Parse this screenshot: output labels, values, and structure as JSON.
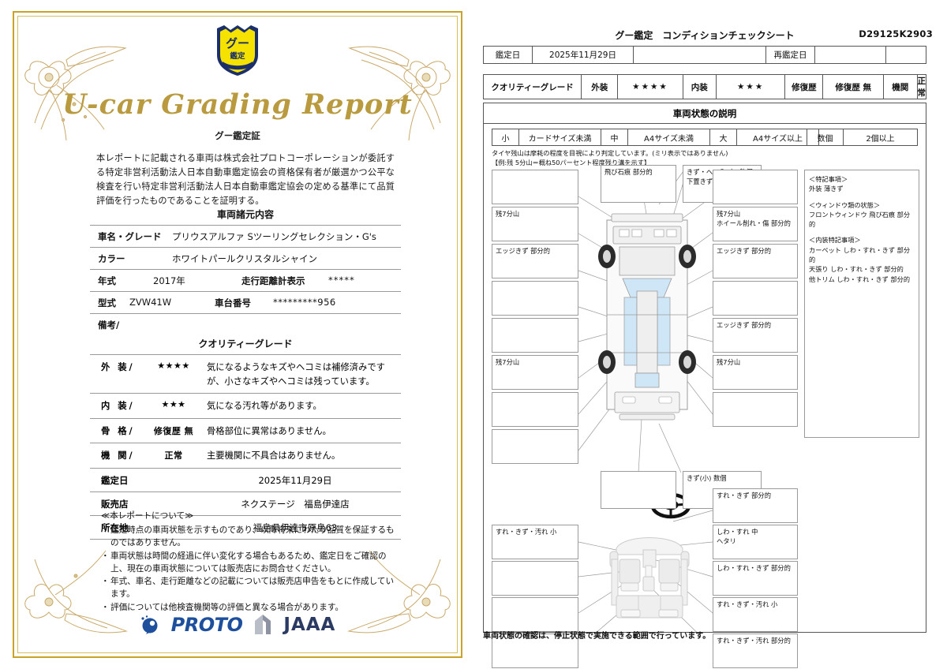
{
  "left": {
    "badge": {
      "line1": "グー",
      "line2": "鑑定"
    },
    "title_script": "U-car Grading Report",
    "title_jp": "グー鑑定証",
    "intro": "本レポートに記載される車両は株式会社プロトコーポレーションが委託する特定非営利活動法人日本自動車鑑定協会の資格保有者が厳選かつ公平な検査を行い特定非営利活動法人日本自動車鑑定協会の定める基準にて品質評価を行ったものであることを証明する。",
    "spec_title": "車両諸元内容",
    "spec": {
      "name_label": "車名・グレード",
      "name_value": "プリウスアルファ Sツーリングセレクション・G's",
      "color_label": "カラー",
      "color_value": "ホワイトパールクリスタルシャイン",
      "year_label": "年式",
      "year_value": "2017年",
      "mileage_label": "走行距離計表示",
      "mileage_value": "*****",
      "model_label": "型式",
      "model_value": "ZVW41W",
      "chassis_label": "車台番号",
      "chassis_value": "*********956",
      "remarks_label": "備考/"
    },
    "grade_title": "クオリティーグレード",
    "grades": [
      {
        "label": "外 装/",
        "mark": "★★★★",
        "desc": "気になるようなキズやヘコミは補修済みですが、小さなキズやヘコミは残っています。"
      },
      {
        "label": "内 装/",
        "mark": "★★★",
        "desc": "気になる汚れ等があります。"
      },
      {
        "label": "骨 格/",
        "mark": "修復歴 無",
        "desc": "骨格部位に異常はありません。"
      },
      {
        "label": "機 関/",
        "mark": "正常",
        "desc": "主要機関に不具合はありません。"
      }
    ],
    "details": [
      {
        "label": "鑑定日",
        "value": "2025年11月29日"
      },
      {
        "label": "販売店",
        "value": "ネクステージ　福島伊達店"
      },
      {
        "label": "所在地",
        "value": "福島県伊達市原島63"
      }
    ],
    "notes_head": "≪本レポートについて≫",
    "notes": [
      "鑑定時点の車両状態を示すものであり、以降将来にわたり品質を保証するものではありません。",
      "車両状態は時間の経過に伴い変化する場合もあるため、鑑定日をご確認の上、現在の車両状態については販売店にお問合せください。",
      "年式、車名、走行距離などの記載については販売店申告をもとに作成しています。",
      "評価については他検査機関等の評価と異なる場合があります。"
    ],
    "logos": {
      "proto": "PROTO",
      "jaaa": "JAAA"
    }
  },
  "right": {
    "sheet_title": "グー鑑定　コンディションチェックシート",
    "sheet_id": "D29125K2903",
    "date_row": {
      "label1": "鑑定日",
      "value1": "2025年11月29日",
      "value2": "",
      "label2": "再鑑定日",
      "value3": "",
      "value4": ""
    },
    "grade_row": {
      "title": "クオリティーグレード",
      "ext_label": "外装",
      "ext_stars": "★★★★",
      "int_label": "内装",
      "int_stars": "★★★",
      "repair_label": "修復歴",
      "repair_value": "修復歴 無",
      "engine_label": "機関",
      "engine_value": "正常"
    },
    "state_head": "車両状態の説明",
    "legend": [
      {
        "k": "小",
        "v": "カードサイズ未満"
      },
      {
        "k": "中",
        "v": "A4サイズ未満"
      },
      {
        "k": "大",
        "v": "A4サイズ以上"
      }
    ],
    "legend2": {
      "k": "数個",
      "v": "2個以上"
    },
    "tire_note_1": "タイヤ残山は摩耗の程度を目視により判定しています。(ミリ表示ではありません)",
    "tire_note_2": "【例:残 5分山＝概ね50パーセント程度残り溝を示す】",
    "exterior_left_boxes": [
      "",
      "残7分山",
      "エッジきず 部分的",
      "",
      "",
      "残7分山",
      "",
      ""
    ],
    "exterior_right_boxes": [
      "",
      "残7分山\nホイール削れ・傷 部分的",
      "エッジきず 部分的",
      "",
      "エッジきず 部分的",
      "残7分山",
      ""
    ],
    "exterior_top_boxes": [
      "飛び石痕 部分的",
      "きず・へこみ(小) 数個\n下置きず 部分的"
    ],
    "exterior_bottom_boxes": [
      "",
      "きず(小) 数個"
    ],
    "interior_left_boxes": [
      "すれ・きず・汚れ 小",
      "",
      "",
      ""
    ],
    "interior_right_boxes": [
      "すれ・きず 部分的",
      "しわ・すれ 中\nヘタリ",
      "しわ・すれ・きず 部分的",
      "すれ・きず・汚れ 小",
      "すれ・きず・汚れ 部分的"
    ],
    "remarks": [
      {
        "head": "＜特記事項＞",
        "lines": [
          "外装 薄きず"
        ]
      },
      {
        "head": "＜ウィンドウ類の状態＞",
        "lines": [
          "フロントウィンドウ 飛び石痕 部分的"
        ]
      },
      {
        "head": "＜内装特記事項＞",
        "lines": [
          "カーペット しわ・すれ・きず 部分的",
          "天張り しわ・すれ・きず 部分的",
          "他トリム しわ・すれ・きず 部分的"
        ]
      }
    ],
    "footer_note": "車両状態の確認は、停止状態で実施できる範囲で行っています。"
  }
}
